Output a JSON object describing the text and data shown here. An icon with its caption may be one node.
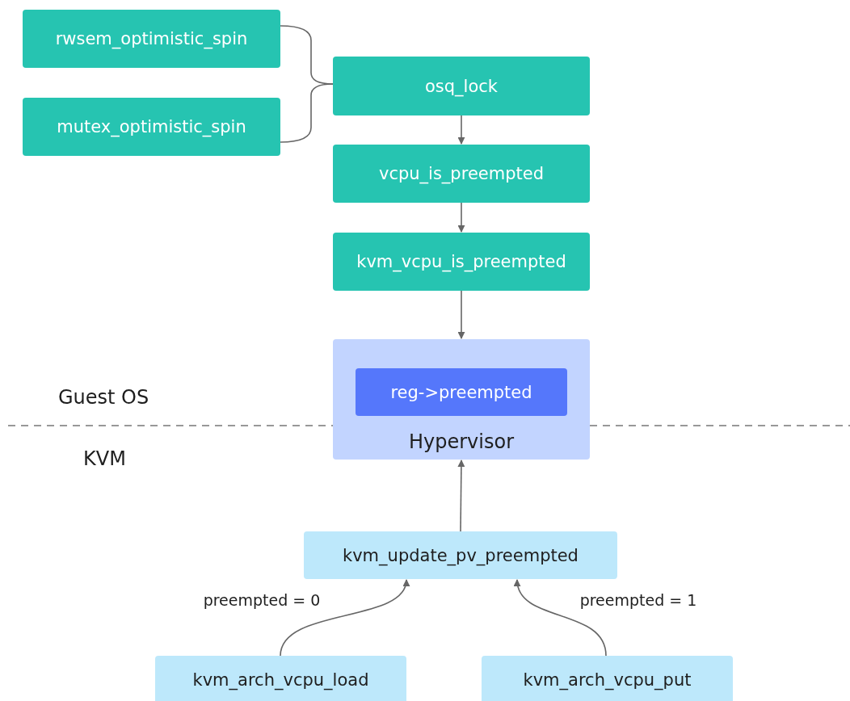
{
  "diagram": {
    "nodes": [
      {
        "text": [
          "rwsem_optimistic_spin"
        ]
      },
      {
        "text": [
          "mutex_optimistic_spin"
        ]
      },
      {
        "text": [
          "osq_lock"
        ]
      },
      {
        "text": [
          "vcpu_is_preempted"
        ]
      },
      {
        "text": [
          "kvm_vcpu_is_preempted"
        ]
      },
      {
        "text": [
          "Hypervisor"
        ]
      },
      {
        "text": [
          "reg->preempted"
        ],
        "in": 5
      },
      {
        "text": [
          "kvm_update_pv_preempted"
        ]
      },
      {
        "text": [
          "kvm_arch_vcpu_load"
        ]
      },
      {
        "text": [
          "kvm_arch_vcpu_put"
        ]
      }
    ],
    "edges": [
      {
        "from": 0,
        "to": 2,
        "arrow": "none"
      },
      {
        "from": 1,
        "to": 2,
        "arrow": "none"
      },
      {
        "from": 2,
        "to": 3,
        "arrow": "to"
      },
      {
        "from": 3,
        "to": 4,
        "arrow": "to"
      },
      {
        "from": 4,
        "to": 5,
        "arrow": "to"
      },
      {
        "from": 7,
        "to": 5,
        "arrow": "to"
      },
      {
        "from": 8,
        "to": 7,
        "arrow": "to",
        "label": "preempted = 0"
      },
      {
        "from": 9,
        "to": 7,
        "arrow": "to",
        "label": "preempted = 1"
      }
    ],
    "labels": [
      "Guest OS",
      "KVM"
    ]
  }
}
